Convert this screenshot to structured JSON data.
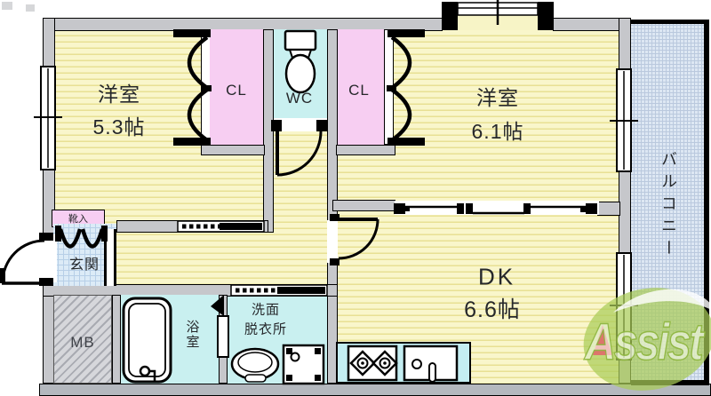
{
  "rooms": {
    "bedroom_left": {
      "name": "洋室",
      "size": "5.3帖"
    },
    "closet_left": {
      "label": "CL"
    },
    "wc": {
      "label": "WC"
    },
    "closet_right": {
      "label": "CL"
    },
    "bedroom_right": {
      "name": "洋室",
      "size": "6.1帖"
    },
    "dk": {
      "name": "DK",
      "size": "6.6帖"
    },
    "balcony": {
      "label": "バルコニー"
    },
    "entrance": {
      "label": "玄関"
    },
    "shoe_cabinet": {
      "label": "靴入"
    },
    "meter_box": {
      "label": "MB"
    },
    "bathroom": {
      "label": "浴室"
    },
    "washroom": {
      "label_line1": "洗面",
      "label_line2": "脱衣所"
    }
  },
  "watermark": {
    "text": "Assist",
    "leaf_color": "#a9cc58",
    "accent_red": "#e06a6a"
  },
  "colors": {
    "room_tatami": "#f9f6cb",
    "tatami_stripe": "#e8e093",
    "closet_pink": "#f7cef2",
    "wet_area_cyan": "#c9f0f0",
    "entrance_floor": "#dcebf7",
    "balcony_floor": "#dde7f3",
    "wall_gray": "#c6c7cb",
    "outline_black": "#000000"
  }
}
